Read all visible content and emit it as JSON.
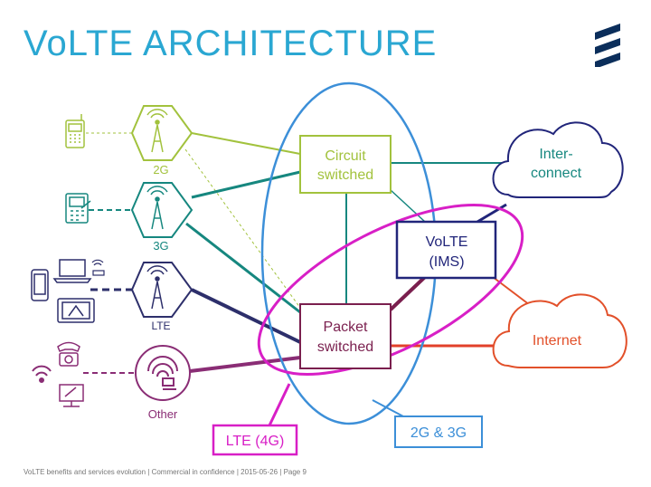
{
  "slide": {
    "title": "VoLTE ARCHITECTURE",
    "footer": "VoLTE benefits and services evolution  |  Commercial in confidence  |  2015-05-26  |  Page 9"
  },
  "access": {
    "g2": "2G",
    "g3": "3G",
    "lte": "LTE",
    "other": "Other"
  },
  "core": {
    "circuit_line1": "Circuit",
    "circuit_line2": "switched",
    "packet_line1": "Packet",
    "packet_line2": "switched",
    "volte_line1": "VoLTE",
    "volte_line2": "(IMS)"
  },
  "clouds": {
    "interconnect_line1": "Inter-",
    "interconnect_line2": "connect",
    "internet": "Internet"
  },
  "groups": {
    "lte4g": "LTE (4G)",
    "g2g3": "2G & 3G"
  },
  "colors": {
    "title": "#2aa7d2",
    "green2g": "#a2c23d",
    "teal3g": "#16877f",
    "navy_lte": "#2d2f6b",
    "purple_other": "#8a2d75",
    "maroon": "#7a1f4e",
    "blue_ellipse": "#3c8fd8",
    "magenta": "#d81fc6",
    "internet": "#e2502a",
    "interconnect": "#21257a"
  },
  "icons": [
    "phone-2g-icon",
    "tablet-3g-icon",
    "smartphone-icon",
    "laptop-icon",
    "tablet-lte-icon",
    "telephone-icon",
    "wifi-icon",
    "pc-icon",
    "antenna-icon",
    "wifi-router-icon",
    "ericsson-logo"
  ]
}
